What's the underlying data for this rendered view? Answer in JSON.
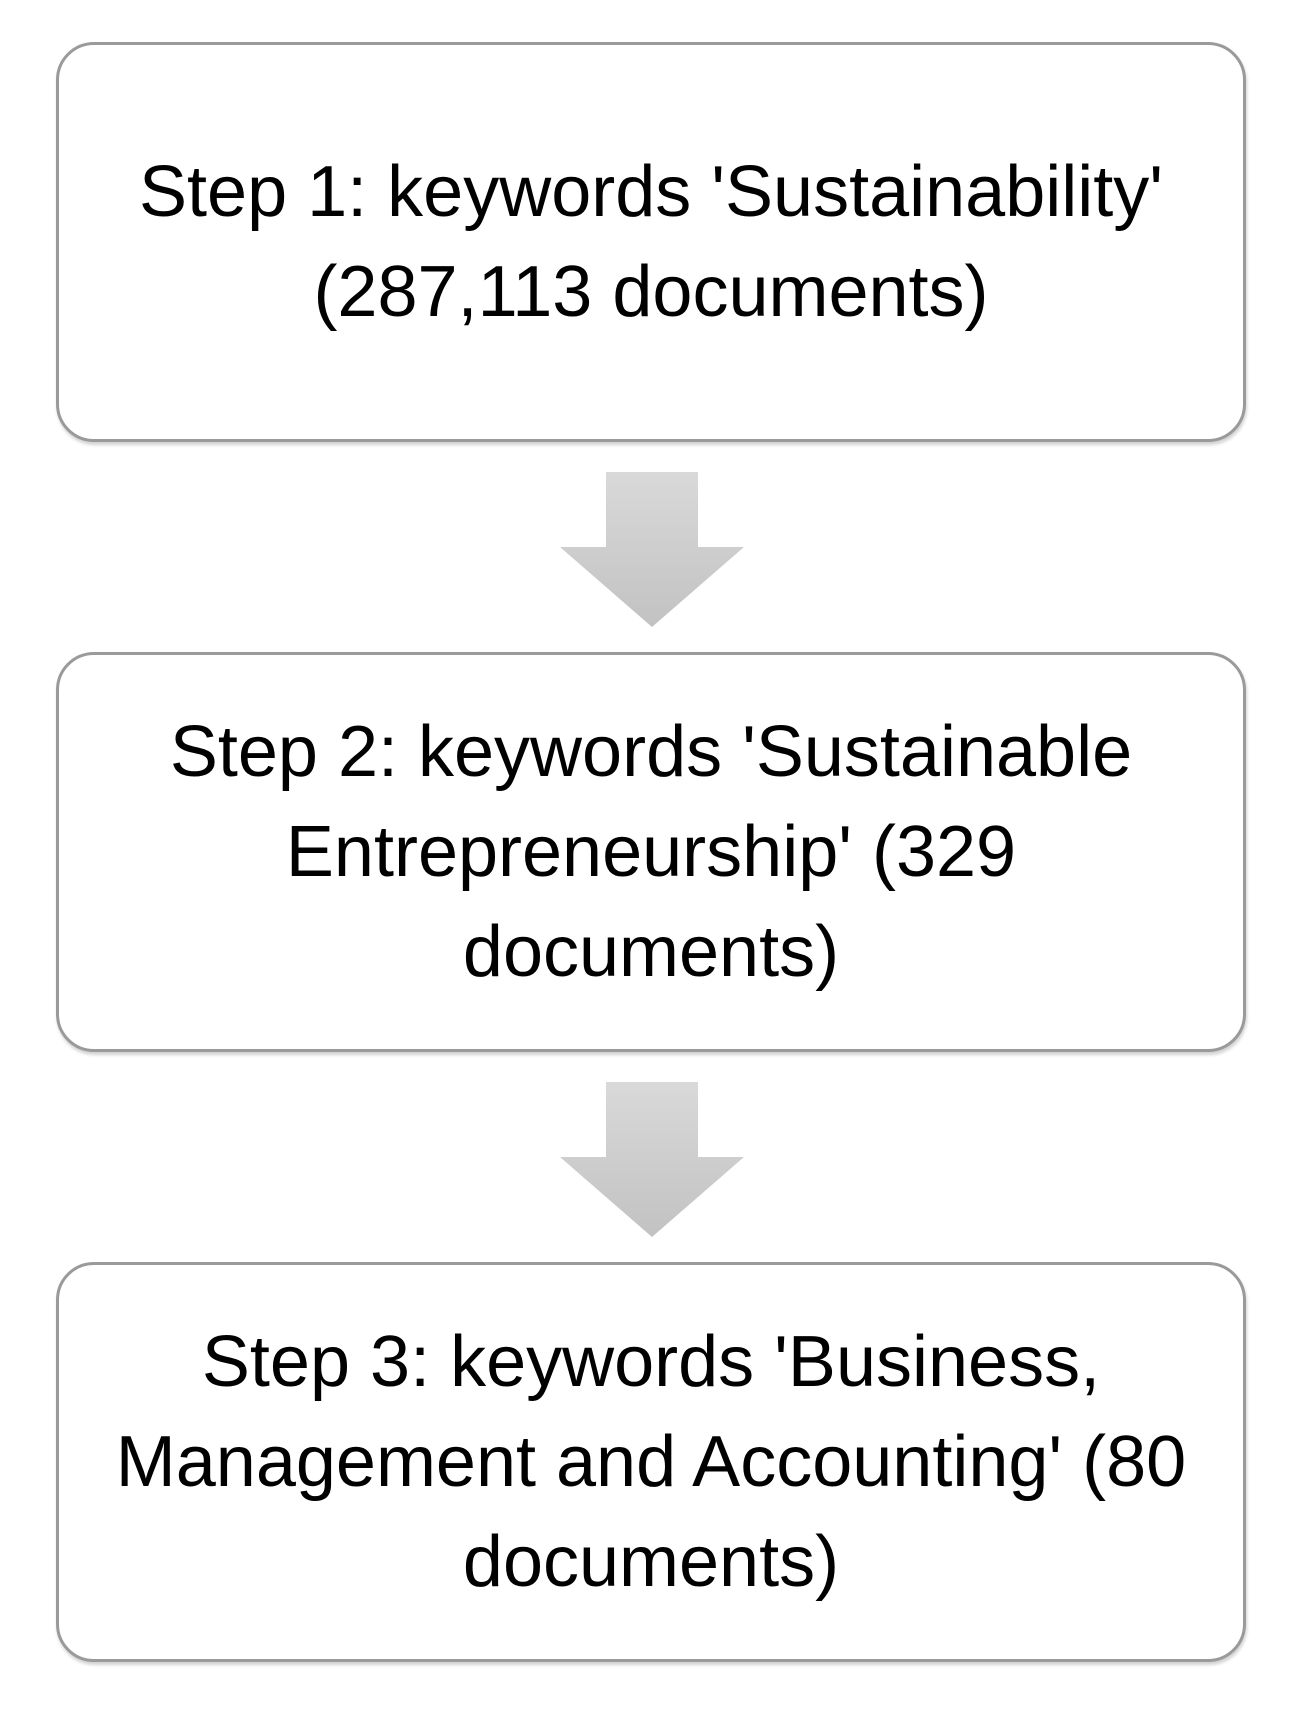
{
  "steps": [
    {
      "text": "Step 1: keywords 'Sustainability' (287,113 documents)"
    },
    {
      "text": "Step 2: keywords 'Sustainable Entrepreneurship' (329 documents)"
    },
    {
      "text": "Step 3: keywords 'Business, Management and Accounting' (80 documents)"
    }
  ],
  "colors": {
    "box_border": "#9a9a9a",
    "arrow_top": "#d9d9d9",
    "arrow_bottom": "#c2c2c2"
  },
  "icons": {
    "arrow": "arrow-down-icon"
  }
}
